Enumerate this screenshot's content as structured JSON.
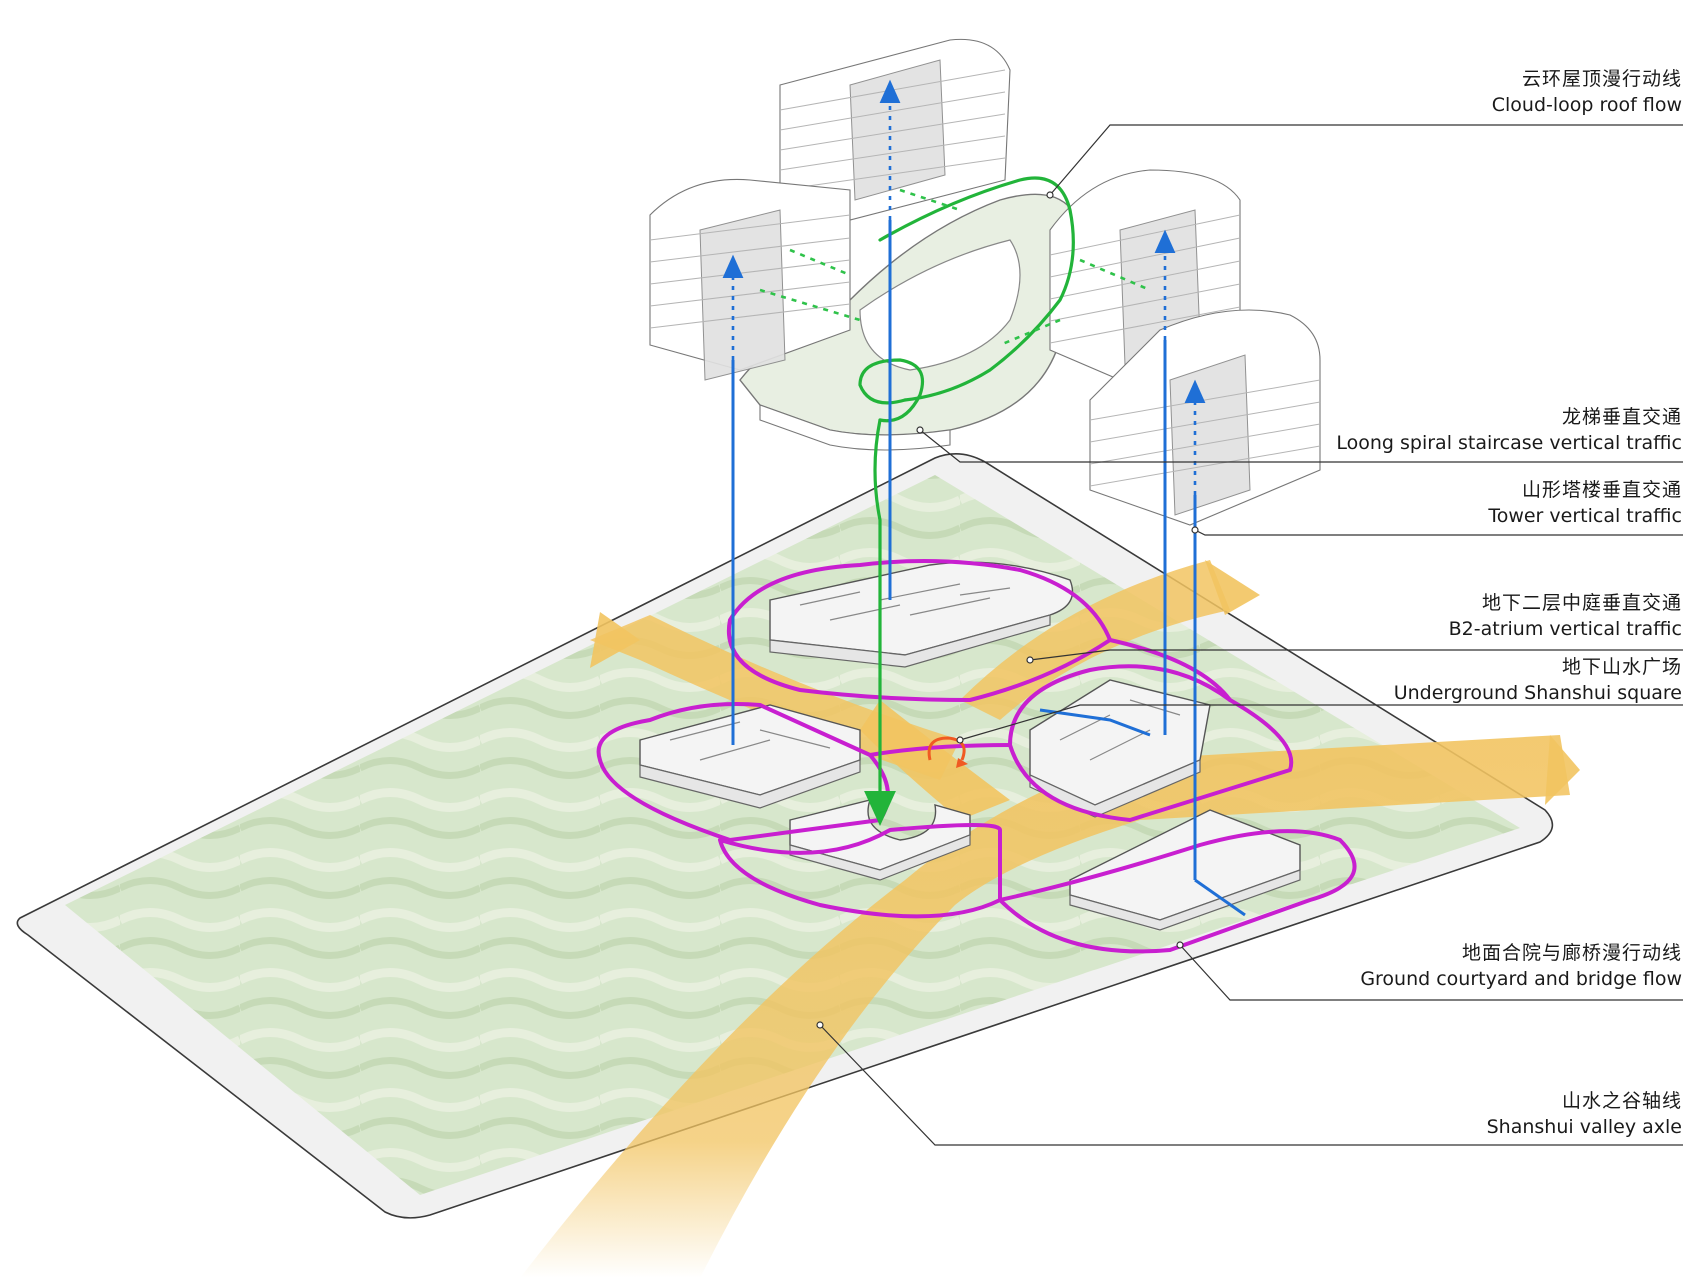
{
  "labels": [
    {
      "cn": "云环屋顶漫行动线",
      "en": "Cloud-loop roof flow"
    },
    {
      "cn": "龙梯垂直交通",
      "en": "Loong spiral staircase vertical traffic"
    },
    {
      "cn": "山形塔楼垂直交通",
      "en": "Tower vertical traffic"
    },
    {
      "cn": "地下二层中庭垂直交通",
      "en": "B2-atrium vertical traffic"
    },
    {
      "cn": "地下山水广场",
      "en": "Underground Shanshui square"
    },
    {
      "cn": "地面合院与廊桥漫行动线",
      "en": "Ground courtyard and bridge flow"
    },
    {
      "cn": "山水之谷轴线",
      "en": "Shanshui valley axle"
    }
  ],
  "colors": {
    "roof_flow": "#22b43a",
    "vertical_traffic": "#1f6fd6",
    "ground_flow": "#c81fd0",
    "valley_axis": "#f2c461",
    "landscape": "#cfe0c2",
    "rotation_arrow": "#f05a22"
  }
}
